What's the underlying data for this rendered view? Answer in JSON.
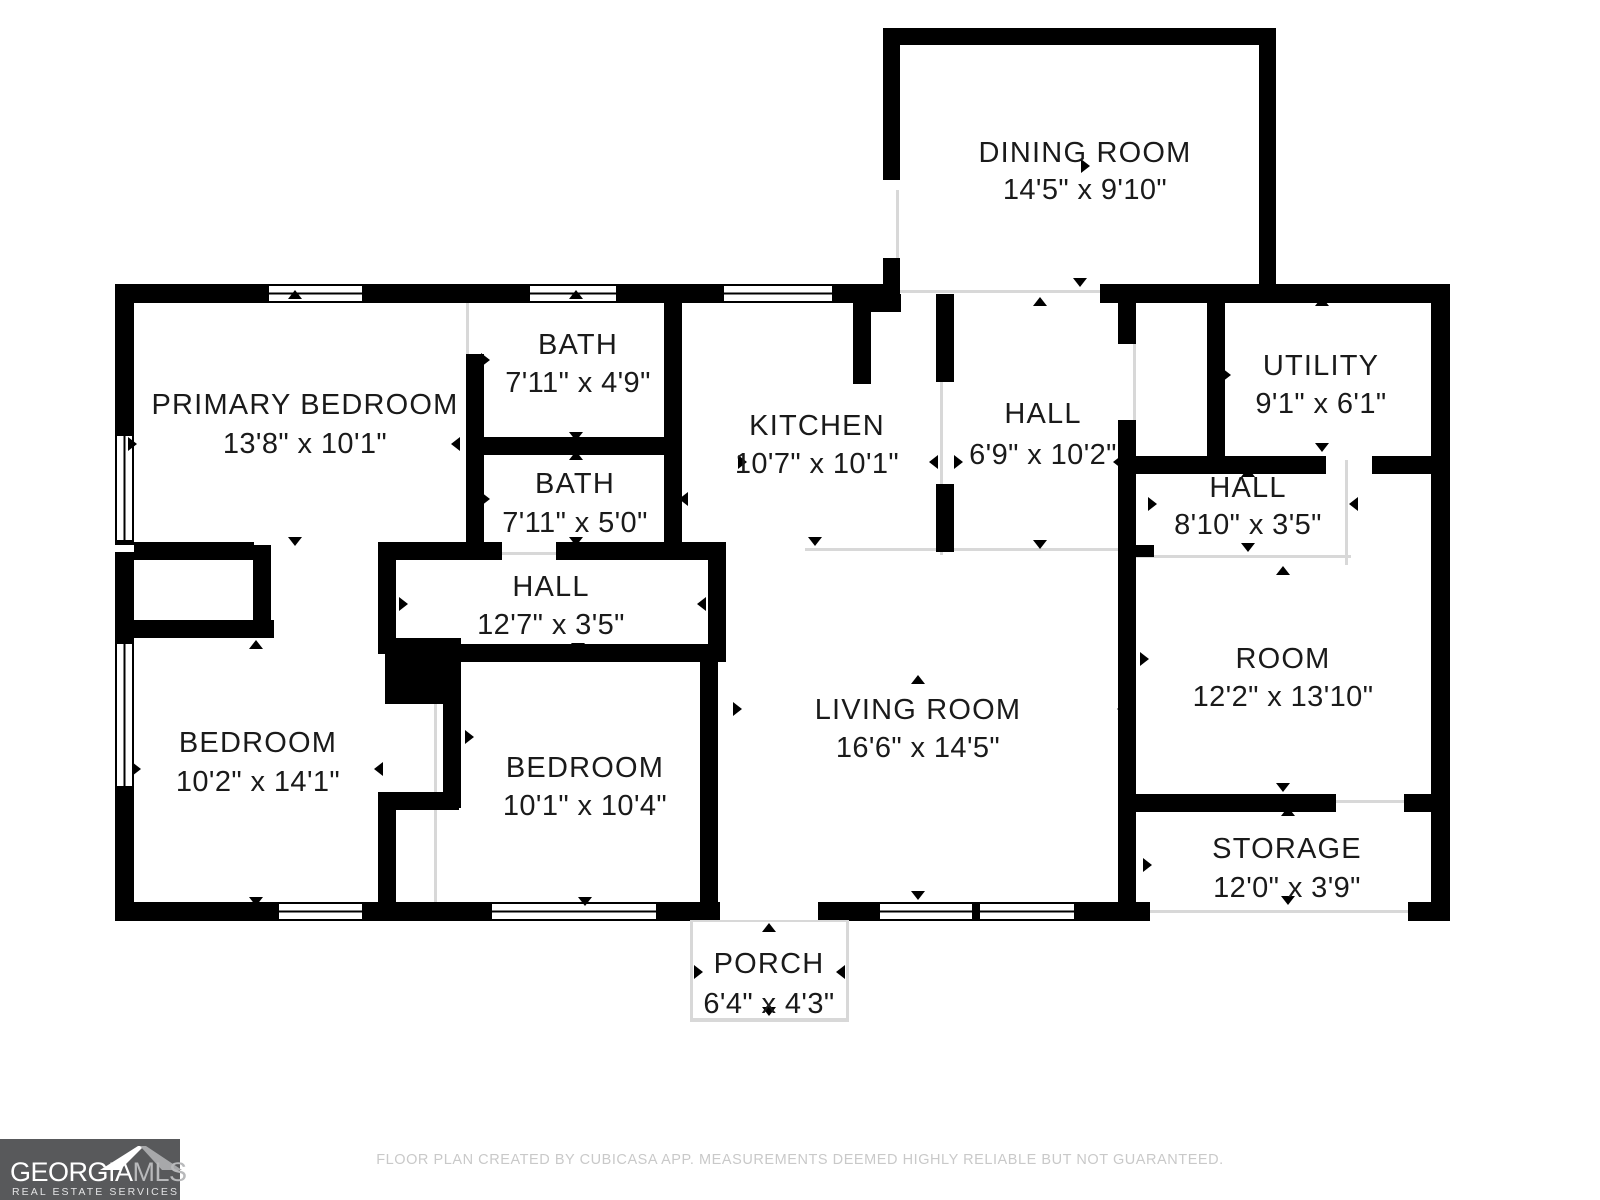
{
  "document": {
    "type": "floor-plan",
    "disclaimer": "FLOOR PLAN CREATED BY CUBICASA APP. MEASUREMENTS DEEMED HIGHLY RELIABLE BUT NOT GUARANTEED."
  },
  "logo": {
    "name_part1": "GEORGIA",
    "name_part2": "MLS",
    "tagline": "REAL ESTATE SERVICES",
    "bg_color": "#58595b",
    "text_color": "#ffffff",
    "accent_color": "#b8b9bb"
  },
  "colors": {
    "wall": "#000000",
    "interior": "#ffffff",
    "thin_wall": "#d8d8d8",
    "label": "#1a1a1a",
    "disclaimer": "#c9c9c9"
  },
  "rooms": [
    {
      "id": "dining-room",
      "name": "DINING ROOM",
      "dimensions": "14'5\" x 9'10\""
    },
    {
      "id": "primary-bedroom",
      "name": "PRIMARY BEDROOM",
      "dimensions": "13'8\" x 10'1\""
    },
    {
      "id": "bath-upper",
      "name": "BATH",
      "dimensions": "7'11\" x 4'9\""
    },
    {
      "id": "bath-lower",
      "name": "BATH",
      "dimensions": "7'11\" x 5'0\""
    },
    {
      "id": "kitchen",
      "name": "KITCHEN",
      "dimensions": "10'7\" x 10'1\""
    },
    {
      "id": "hall-center",
      "name": "HALL",
      "dimensions": "6'9\" x 10'2\""
    },
    {
      "id": "utility",
      "name": "UTILITY",
      "dimensions": "9'1\" x 6'1\""
    },
    {
      "id": "hall-right",
      "name": "HALL",
      "dimensions": "8'10\" x 3'5\""
    },
    {
      "id": "hall-lower",
      "name": "HALL",
      "dimensions": "12'7\" x 3'5\""
    },
    {
      "id": "room",
      "name": "ROOM",
      "dimensions": "12'2\" x 13'10\""
    },
    {
      "id": "bedroom-left",
      "name": "BEDROOM",
      "dimensions": "10'2\" x 14'1\""
    },
    {
      "id": "bedroom-mid",
      "name": "BEDROOM",
      "dimensions": "10'1\" x 10'4\""
    },
    {
      "id": "living-room",
      "name": "LIVING ROOM",
      "dimensions": "16'6\" x 14'5\""
    },
    {
      "id": "storage",
      "name": "STORAGE",
      "dimensions": "12'0\" x 3'9\""
    },
    {
      "id": "porch",
      "name": "PORCH",
      "dimensions": "6'4\" x 4'3\""
    }
  ]
}
